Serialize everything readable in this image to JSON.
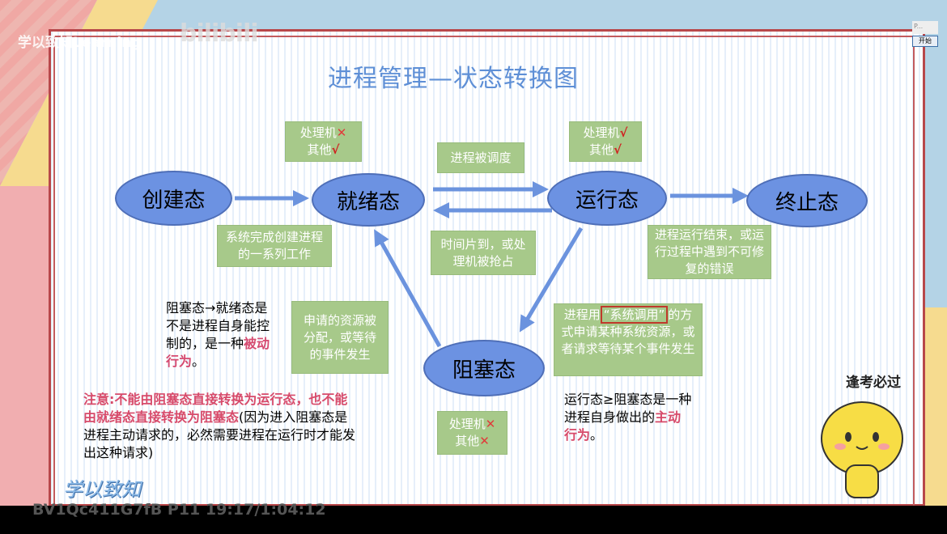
{
  "overlay": {
    "channel": "学以致知Learning",
    "bili_logo": "bilibili",
    "video_info": "BV1Qc411G7fB P11 19:17/1:04:12",
    "signature": "学以致知"
  },
  "popup": {
    "label": "P...",
    "button": "开始"
  },
  "slide": {
    "title": "进程管理—状态转换图",
    "states": {
      "create": "创建态",
      "ready": "就绪态",
      "running": "运行态",
      "terminated": "终止态",
      "blocked": "阻塞态"
    },
    "callouts": {
      "ready_cond": {
        "l1": "处理机",
        "m1": "✕",
        "l2": "其他",
        "m2": "√"
      },
      "running_cond": {
        "l1": "处理机",
        "m1": "√",
        "l2": "其他",
        "m2": "√"
      },
      "blocked_cond": {
        "l1": "处理机",
        "m1": "✕",
        "l2": "其他",
        "m2": "✕"
      },
      "scheduled": "进程被调度",
      "create_done": "系统完成创建进程的一系列工作",
      "timeslice": "时间片到，或处理机被抢占",
      "terminate": "进程运行结束，或运行过程中遇到不可修复的错误",
      "resource": "申请的资源被分配，或等待的事件发生",
      "syscall_pre": "进程用",
      "syscall": "“系统调用”",
      "syscall_post": "的方式申请某种系统资源，或者请求等待某个事件发生"
    },
    "notes": {
      "passive_pre": "阻塞态→就绪态是不是进程自身能控制的，是一种",
      "passive_em": "被动行为",
      "passive_post": "。",
      "warn_em": "注意:不能由阻塞态直接转换为运行态，也不能由就绪态直接转换为阻塞态",
      "warn_post": "(因为进入阻塞态是进程主动请求的，必然需要进程在运行时才能发出这种请求)",
      "active_pre": "运行态≥阻塞态是一种进程自身做出的",
      "active_em": "主动行为",
      "active_post": "。"
    },
    "mascot_text": "逢考必过"
  }
}
